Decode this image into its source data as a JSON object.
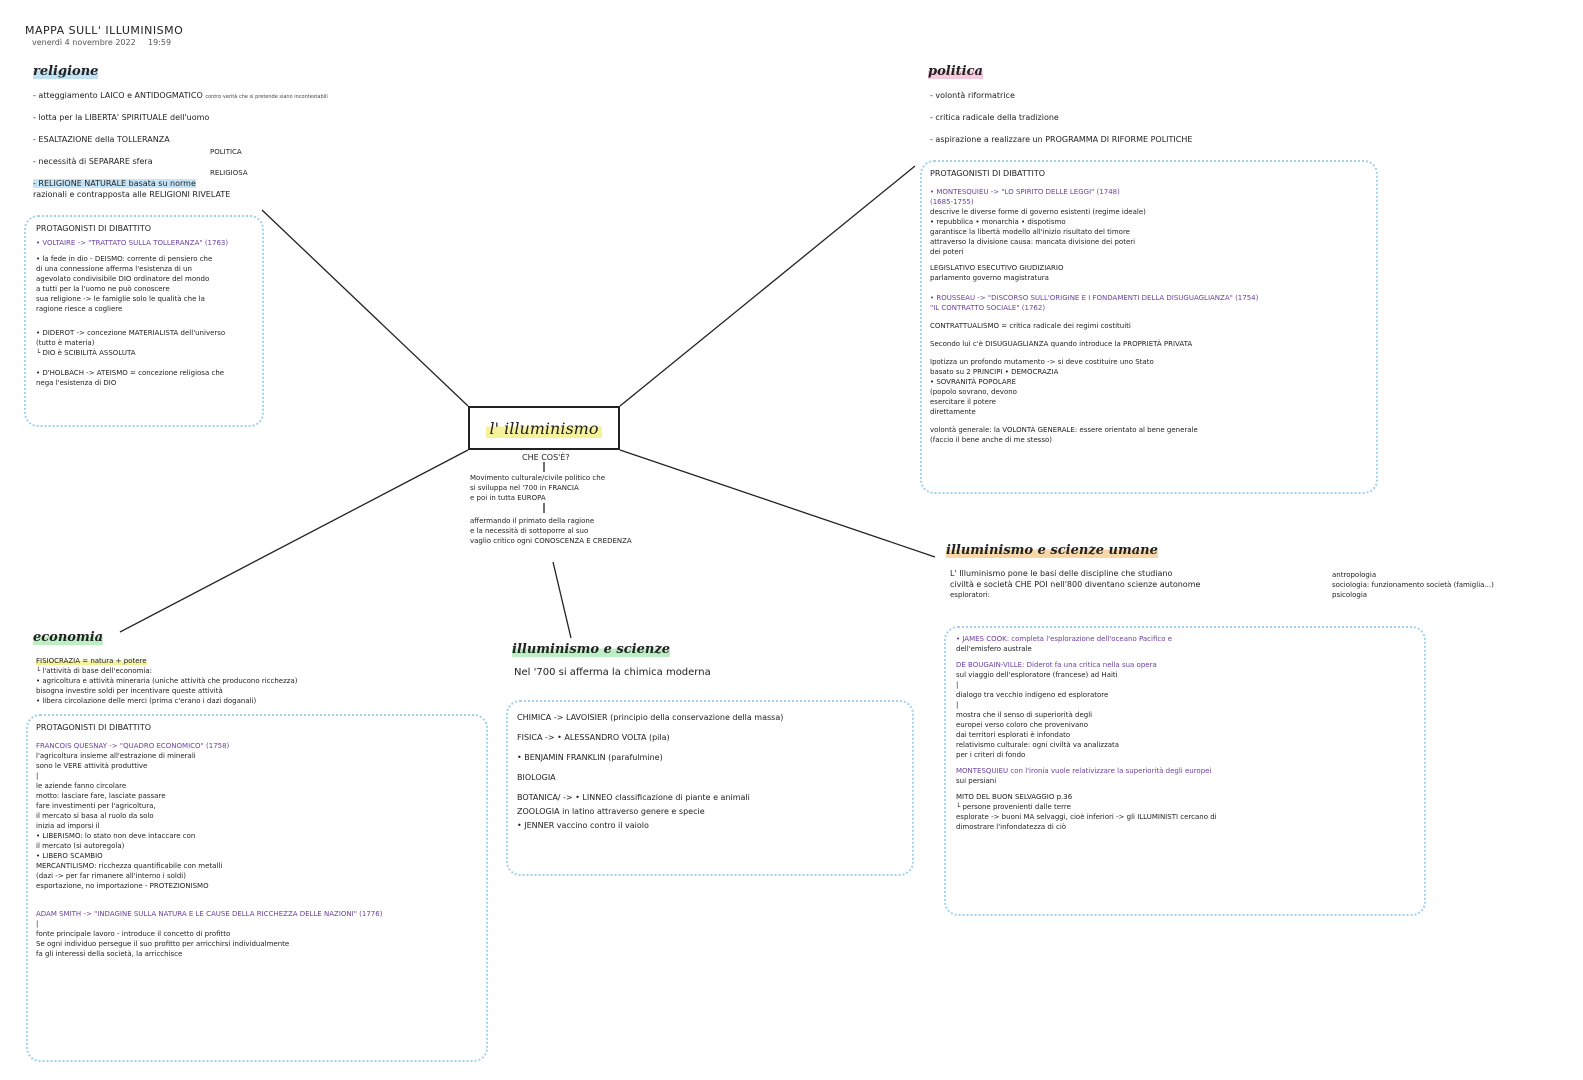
{
  "header": {
    "title": "MAPPA SULL' ILLUMINISMO",
    "date": "venerdì 4 novembre 2022",
    "time": "19:59"
  },
  "center": {
    "title": "l' illuminismo",
    "question": "CHE COS'È?",
    "definition": [
      "Movimento culturale/civile politico che",
      "si sviluppa nel '700 in FRANCIA",
      "e poi in tutta EUROPA"
    ],
    "aim": [
      "affermando il primato della ragione",
      "e la necessità di sottoporre al suo",
      "vaglio critico ogni CONOSCENZA E CREDENZA"
    ]
  },
  "religione": {
    "title": "religione",
    "points": [
      "- atteggiamento LAICO e ANTIDOGMATICO",
      "- lotta per la LIBERTA' SPIRITUALE dell'uomo",
      "- ESALTAZIONE della TOLLERANZA",
      "- necessità di SEPARARE sfera",
      "- RELIGIONE NATURALE basata su norme",
      "razionali e contrapposta alle RELIGIONI RIVELATE"
    ],
    "dogma_note": "contro verità che si pretende siano incontestabili",
    "sfere": [
      "POLITICA",
      "RELIGIOSA"
    ],
    "box": {
      "header": "PROTAGONISTI DI DIBATTITO",
      "lines": [
        "• VOLTAIRE -> \"TRATTATO SULLA TOLLERANZA\" (1763)",
        "• la fede in dio - DEISMO: corrente di pensiero che",
        "di una connessione         afferma l'esistenza di un",
        "agevolato condivisibile    DIO ordinatore del mondo",
        "a tutti per la              l'uomo ne può conoscere",
        "sua religione -> le famiglie   solo le qualità che la",
        "                             ragione riesce a cogliere",
        "• DIDEROT -> concezione MATERIALISTA dell'universo",
        "  (tutto è materia)",
        "  └ DIO è SCIBILITÀ ASSOLUTA",
        "• D'HOLBACH -> ATEISMO = concezione religiosa che",
        "                    nega l'esistenza di DIO"
      ]
    }
  },
  "politica": {
    "title": "politica",
    "points": [
      "- volontà riformatrice",
      "- critica radicale della tradizione",
      "- aspirazione a realizzare un PROGRAMMA DI RIFORME POLITICHE"
    ],
    "box": {
      "header": "PROTAGONISTI DI DIBATTITO",
      "lines": [
        "• MONTESQUIEU -> \"LO SPIRITO DELLE LEGGI\" (1748)",
        "  (1685-1755)",
        "             descrive le diverse forme di governo esistenti (regime ideale)",
        "             • repubblica  • monarchia  • dispotismo",
        "  garantisce la libertà        modello all'inizio    risultato del timore",
        "  attraverso la divisione                          causa: mancata divisione dei poteri",
        "  dei poteri",
        "  LEGISLATIVO   ESECUTIVO   GIUDIZIARIO",
        "  parlamento    governo     magistratura",
        "• ROUSSEAU -> \"DISCORSO SULL'ORIGINE E I FONDAMENTI DELLA DISUGUAGLIANZA\" (1754)",
        "              \"IL CONTRATTO SOCIALE\" (1762)",
        "             CONTRATTUALISMO = critica radicale dei regimi costituiti",
        "             Secondo lui c'è DISUGUAGLIANZA quando introduce la PROPRIETÀ PRIVATA",
        "             Ipotizza un profondo mutamento -> si deve costituire uno Stato",
        "                                     basato su 2 PRINCIPI  • DEMOCRAZIA",
        "                                                           • SOVRANITÀ POPOLARE",
        "                                                           (popolo sovrano, devono",
        "                                                            esercitare il potere",
        "                                                            direttamente",
        "             volontà generale: la VOLONTÀ GENERALE: essere orientato al bene generale",
        "                                                   (faccio il bene anche di me stesso)"
      ]
    }
  },
  "economia": {
    "title": "economia",
    "intro": [
      "FISIOCRAZIA = natura + potere",
      "└ l'attività di base dell'economia:",
      "   • agricoltura e attività mineraria (uniche attività che producono ricchezza)",
      "      bisogna investire soldi per incentivare queste attività",
      "   • libera circolazione delle merci (prima c'erano i dazi doganali)"
    ],
    "box": {
      "header": "PROTAGONISTI DI DIBATTITO",
      "lines": [
        "FRANCOIS QUESNAY -> \"QUADRO ECONOMICO\" (1758)",
        "                 l'agricoltura insieme all'estrazione di minerali",
        "                 sono le VERE attività produttive",
        "                 |",
        "                 le aziende fanno circolare",
        "",
        "                 motto: lasciare fare, lasciate passare",
        "",
        "                   fare investimenti per l'agricoltura,",
        "                   il mercato si basa al ruolo da solo",
        "",
        "                     inizia ad imporsi il",
        "                 • LIBERISMO: lo stato non deve intaccare con",
        "                              il mercato (si autoregola)",
        "                 • LIBERO SCAMBIO",
        "",
        "                 MERCANTILISMO: ricchezza quantificabile con metalli",
        "                              (dazi -> per far rimanere all'interno i soldi)",
        "                               esportazione, no importazione - PROTEZIONISMO",
        "",
        "",
        "ADAM SMITH -> \"INDAGINE SULLA NATURA E LE CAUSE DELLA RICCHEZZA DELLE NAZIONI\" (1776)",
        "             |",
        "             fonte principale lavoro - introduce il concetto di profitto",
        "             Se ogni individuo persegue il suo profitto per arricchirsi individualmente",
        "             fa gli interessi della società, la arricchisce"
      ]
    }
  },
  "scienze": {
    "title": "illuminismo e scienze",
    "intro": "Nel '700 si afferma la chimica moderna",
    "box": {
      "lines": [
        "CHIMICA -> LAVOISIER (principio della conservazione della massa)",
        "FISICA -> • ALESSANDRO VOLTA (pila)",
        "          • BENJAMIN FRANKLIN (parafulmine)",
        "",
        "BIOLOGIA",
        "",
        "BOTANICA/ -> • LINNEO classificazione di piante e animali",
        "ZOOLOGIA          in latino attraverso genere e specie",
        "",
        "             • JENNER vaccino contro il vaiolo"
      ]
    }
  },
  "umane": {
    "title": "illuminismo e scienze umane",
    "intro": [
      "L' Illuminismo pone le basi delle discipline che studiano",
      "civiltà e società CHE POI nell'800 diventano scienze autonome",
      "esploratori:"
    ],
    "disciplines": [
      "antropologia",
      "sociologia: funzionamento società (famiglia...)",
      "psicologia"
    ],
    "box": {
      "lines": [
        "• JAMES COOK: completa l'esplorazione dell'oceano Pacifico e",
        "              dell'emisfero australe",
        "DE BOUGAIN-VILLE: Diderot fa una critica nella sua opera",
        "                  sul viaggio dell'esploratore (francese) ad Haiti",
        "                  |",
        "                  dialogo tra vecchio indigeno ed esploratore",
        "                  |",
        "                  mostra che il senso di superiorità degli",
        "                  europei verso coloro che provenivano",
        "                  dai territori esplorati è infondato",
        "",
        "                  relativismo culturale: ogni civiltà va analizzata",
        "                                         per i criteri di fondo",
        "",
        "MONTESQUIEU con l'ironia vuole relativizzare la superiorità degli europei",
        "            sui persiani",
        "",
        "MITO DEL BUON SELVAGGIO p.36",
        "     └ persone provenienti dalle terre",
        "       esplorate -> buoni MA selvaggi, cioè inferiori -> gli ILLUMINISTI cercano di",
        "                                                   dimostrare l'infondatezza di ciò"
      ]
    }
  }
}
